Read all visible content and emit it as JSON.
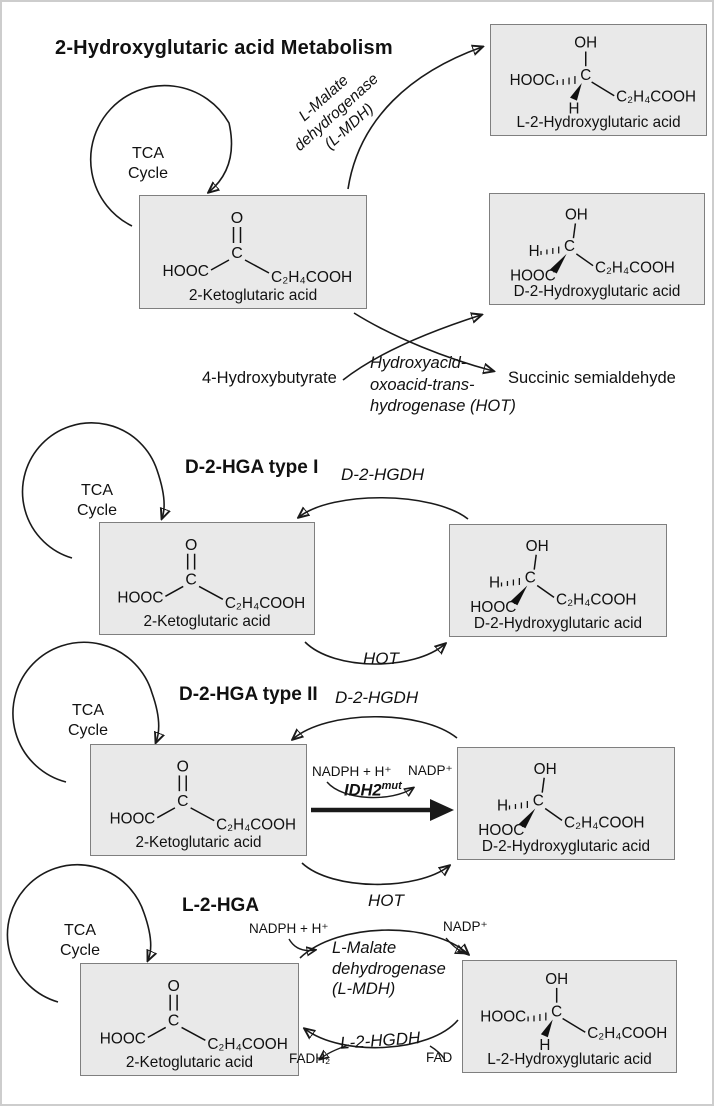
{
  "title": "2-Hydroxyglutaric acid Metabolism",
  "tca": {
    "l1": "TCA",
    "l2": "Cycle"
  },
  "molecules": {
    "keto": {
      "o": "O",
      "c": "C",
      "hooc": "HOOC",
      "chain": "C₂H₄COOH",
      "name": "2-Ketoglutaric acid"
    },
    "l": {
      "oh": "OH",
      "c": "C",
      "hooc": "HOOC",
      "h": "H",
      "chain": "C₂H₄COOH",
      "name": "L-2-Hydroxyglutaric acid"
    },
    "d": {
      "oh": "OH",
      "c": "C",
      "hooc": "HOOC",
      "h": "H",
      "chain": "C₂H₄COOH",
      "name": "D-2-Hydroxyglutaric acid"
    }
  },
  "section1": {
    "lmdh": [
      "L-Malate",
      "dehydrogenase",
      "(L-MDH)"
    ],
    "hot": [
      "Hydroxyacid-",
      "oxoacid-trans-",
      "hydrogenase (HOT)"
    ],
    "substrate": "4-Hydroxybutyrate",
    "product": "Succinic semialdehyde"
  },
  "section2": {
    "header": "D-2-HGA type I",
    "enzyme_forward": "D-2-HGDH",
    "enzyme_reverse": "HOT"
  },
  "section3": {
    "header": "D-2-HGA type II",
    "enzyme_forward": "D-2-HGDH",
    "enzyme_reverse": "HOT",
    "cofactor_in": "NADPH + H⁺",
    "cofactor_out": "NADP⁺",
    "idh2": "IDH2",
    "idh2_sup": "mut"
  },
  "section4": {
    "header": "L-2-HGA",
    "cofactor_in": "NADPH + H⁺",
    "cofactor_out": "NADP⁺",
    "lmdh": [
      "L-Malate",
      "dehydrogenase",
      "(L-MDH)"
    ],
    "enzyme_reverse": "L-2-HGDH",
    "fadh2": "FADH₂",
    "fad": "FAD"
  },
  "colors": {
    "box_fill": "#e9e9e9",
    "box_border": "#7f7f7f",
    "line": "#1a1a1a",
    "page_border": "#cdcdcd"
  }
}
